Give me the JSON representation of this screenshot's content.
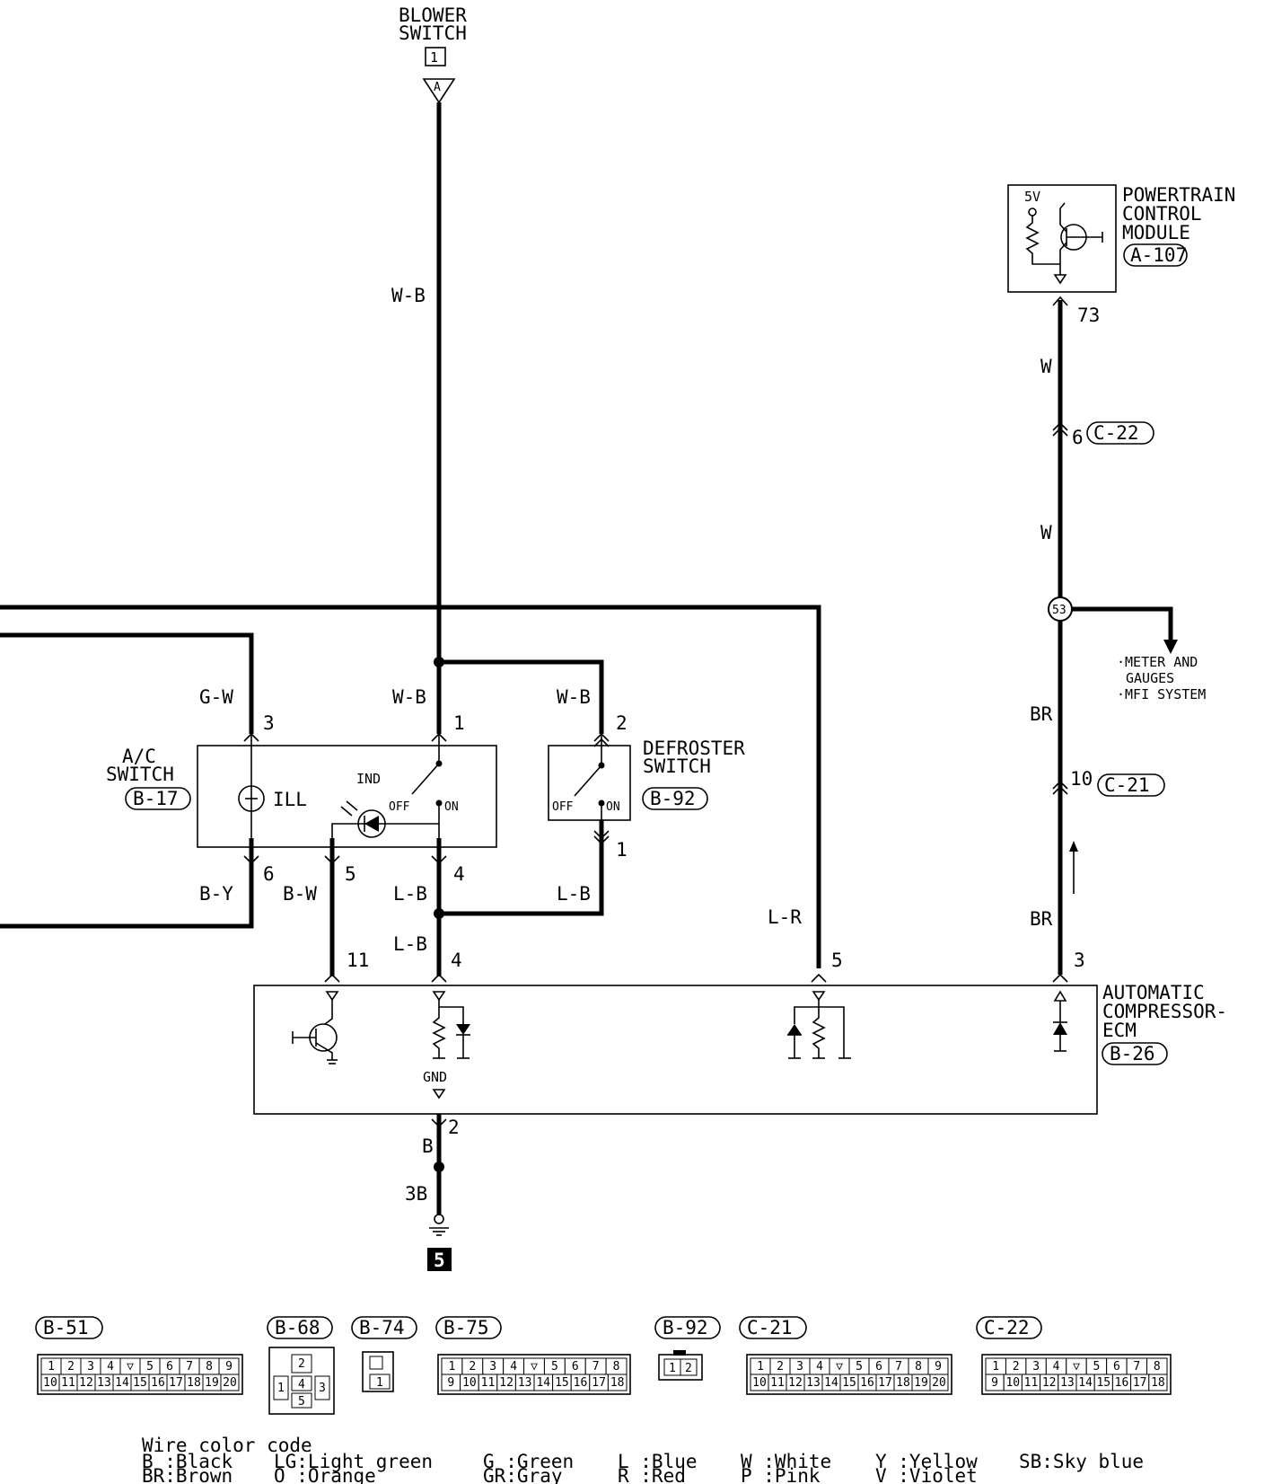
{
  "components": {
    "blower_switch": {
      "title_line1": "BLOWER",
      "title_line2": "SWITCH",
      "page_ref": "1",
      "terminal": "A"
    },
    "pcm": {
      "title_line1": "POWERTRAIN",
      "title_line2": "CONTROL",
      "title_line3": "MODULE",
      "connector": "A-107",
      "supply": "5V",
      "terminal": "73"
    },
    "ac_switch": {
      "title_line1": "A/C",
      "title_line2": "SWITCH",
      "connector": "B-17",
      "ill": "ILL",
      "ind": "IND",
      "off": "OFF",
      "on": "ON",
      "t3": "3",
      "t1": "1",
      "t6": "6",
      "t5": "5",
      "t4": "4"
    },
    "defroster_switch": {
      "title_line1": "DEFROSTER",
      "title_line2": "SWITCH",
      "connector": "B-92",
      "off": "OFF",
      "on": "ON",
      "t2": "2",
      "t1": "1"
    },
    "ecm": {
      "title_line1": "AUTOMATIC",
      "title_line2": "COMPRESSOR-",
      "title_line3": "ECM",
      "connector": "B-26",
      "gnd": "GND",
      "t11": "11",
      "t4": "4",
      "t5": "5",
      "t3": "3",
      "t2": "2"
    },
    "ground": {
      "wire": "3B",
      "ref": "5"
    }
  },
  "wires": {
    "wb_main": "W-B",
    "wb_ac": "W-B",
    "wb_def": "W-B",
    "gw": "G-W",
    "by": "B-Y",
    "bw": "B-W",
    "lb_ac": "L-B",
    "lb_def": "L-B",
    "lb_ecm": "L-B",
    "lr": "L-R",
    "w_top": "W",
    "w_mid": "W",
    "br_top": "BR",
    "br_bot": "BR",
    "b_gnd": "B"
  },
  "junctions": {
    "c22": {
      "pin": "6",
      "connector": "C-22"
    },
    "c21": {
      "pin": "10",
      "connector": "C-21"
    },
    "splice": "53",
    "branch_line1": "·METER AND",
    "branch_line2": "GAUGES",
    "branch_line3": "·MFI SYSTEM"
  },
  "connectors": [
    {
      "id": "B-51",
      "top": [
        "1",
        "2",
        "3",
        "4",
        "▽",
        "5",
        "6",
        "7",
        "8",
        "9"
      ],
      "bottom": [
        "10",
        "11",
        "12",
        "13",
        "14",
        "15",
        "16",
        "17",
        "18",
        "19",
        "20"
      ]
    },
    {
      "id": "B-68",
      "pins": [
        "2",
        "1",
        "4",
        "3",
        "5"
      ]
    },
    {
      "id": "B-74",
      "pins": [
        "1"
      ]
    },
    {
      "id": "B-75",
      "top": [
        "1",
        "2",
        "3",
        "4",
        "▽",
        "5",
        "6",
        "7",
        "8"
      ],
      "bottom": [
        "9",
        "10",
        "11",
        "12",
        "13",
        "14",
        "15",
        "16",
        "17",
        "18"
      ]
    },
    {
      "id": "B-92",
      "pins": [
        "1",
        "2"
      ]
    },
    {
      "id": "C-21",
      "top": [
        "1",
        "2",
        "3",
        "4",
        "▽",
        "5",
        "6",
        "7",
        "8",
        "9"
      ],
      "bottom": [
        "10",
        "11",
        "12",
        "13",
        "14",
        "15",
        "16",
        "17",
        "18",
        "19",
        "20"
      ]
    },
    {
      "id": "C-22",
      "top": [
        "1",
        "2",
        "3",
        "4",
        "▽",
        "5",
        "6",
        "7",
        "8"
      ],
      "bottom": [
        "9",
        "10",
        "11",
        "12",
        "13",
        "14",
        "15",
        "16",
        "17",
        "18"
      ]
    }
  ],
  "legend": {
    "title": "Wire color code",
    "row1": [
      "B :Black",
      "LG:Light green",
      "G :Green",
      "L :Blue",
      "W :White",
      "Y :Yellow",
      "SB:Sky blue"
    ],
    "row2": [
      "BR:Brown",
      "O :Orange",
      "GR:Gray",
      "R :Red",
      "P :Pink",
      "V :Violet"
    ]
  }
}
